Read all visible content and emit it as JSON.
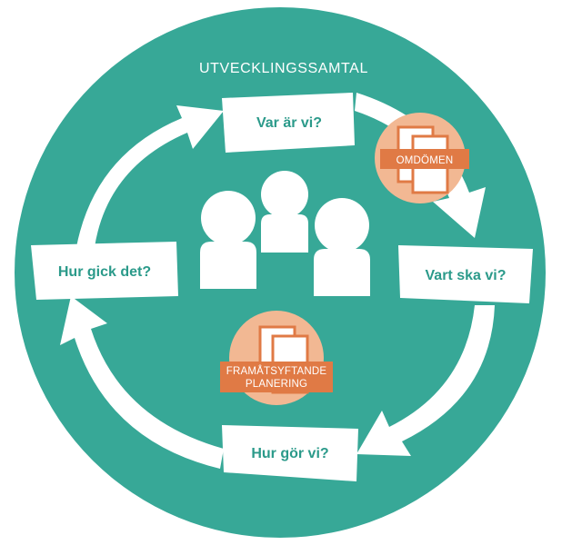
{
  "title": "UTVECKLINGSSAMTAL",
  "stages": {
    "top": "Var är vi?",
    "right": "Vart ska vi?",
    "bottom": "Hur gör vi?",
    "left": "Hur gick det?"
  },
  "badges": {
    "upper": "OMDÖMEN",
    "lower_line1": "FRAMÅTSYFTANDE",
    "lower_line2": "PLANERING"
  },
  "colors": {
    "teal": "#37a897",
    "label_teal": "#2b9a8a",
    "orange": "#e07a45",
    "peach": "#f2b893",
    "white": "#ffffff"
  },
  "icons": {
    "people": "people-group-icon",
    "documents": "document-stack-icon"
  }
}
